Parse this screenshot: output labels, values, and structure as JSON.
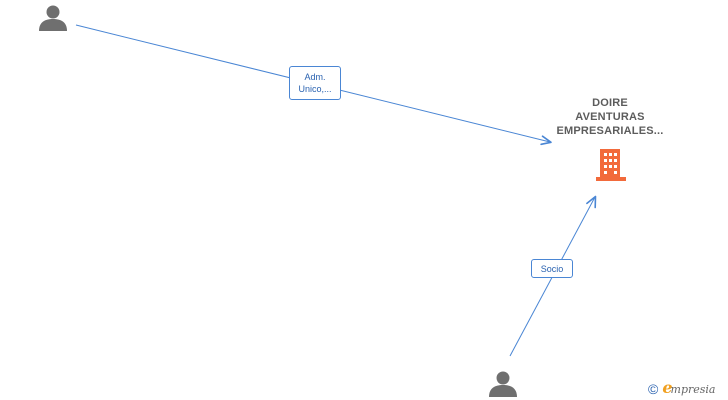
{
  "graph": {
    "company": {
      "name_lines": [
        "DOIRE",
        "AVENTURAS",
        "EMPRESARIALES..."
      ],
      "icon": "building-icon",
      "icon_color": "#f26a3b"
    },
    "persons": [
      {
        "id": "person-1",
        "icon": "person-icon",
        "color": "#6f6f6f"
      },
      {
        "id": "person-2",
        "icon": "person-icon",
        "color": "#6f6f6f"
      }
    ],
    "edges": [
      {
        "from": "person-1",
        "to": "company",
        "label_lines": [
          "Adm.",
          "Unico,..."
        ]
      },
      {
        "from": "person-2",
        "to": "company",
        "label_lines": [
          "Socio"
        ]
      }
    ],
    "edge_color": "#4a86d4",
    "label_text_color": "#2a62b0"
  },
  "watermark": {
    "symbol": "©",
    "brand_initial": "e",
    "brand_rest": "mpresia",
    "brand_initial_color": "#f0a020"
  }
}
